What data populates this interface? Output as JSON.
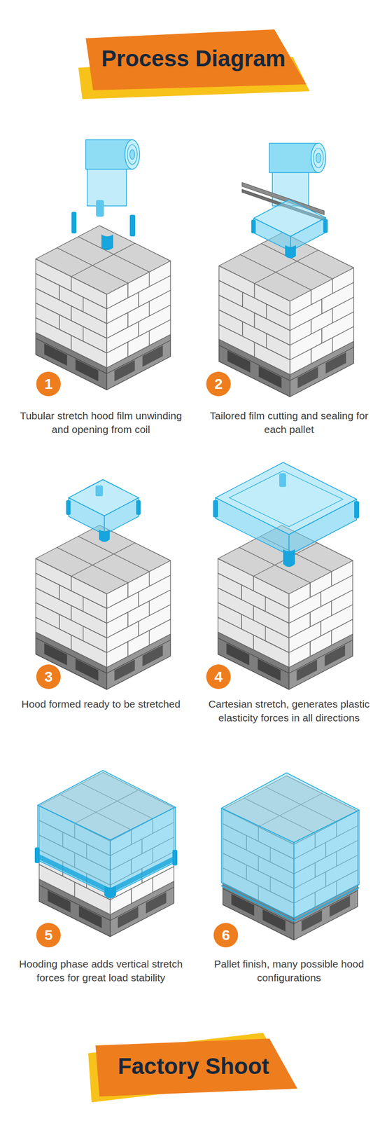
{
  "diagram": {
    "title": "Process Diagram",
    "nodes": [
      {
        "text": [
          "1"
        ]
      },
      {
        "text": [
          "2"
        ]
      },
      {
        "text": [
          "3"
        ]
      },
      {
        "text": [
          "4"
        ]
      },
      {
        "text": [
          "5"
        ]
      },
      {
        "text": [
          "6"
        ]
      },
      {
        "text": [
          "Factory Shoot"
        ]
      }
    ],
    "labels": [
      "Tubular stretch hood film unwinding and opening from coil",
      "Tailored film cutting and sealing for each pallet",
      "Hood formed ready to be stretched",
      "Cartesian stretch, generates plastic elasticity forces in all directions",
      "Hooding phase adds vertical stretch forces for great load stability",
      "Pallet finish, many possible hood configurations"
    ]
  }
}
